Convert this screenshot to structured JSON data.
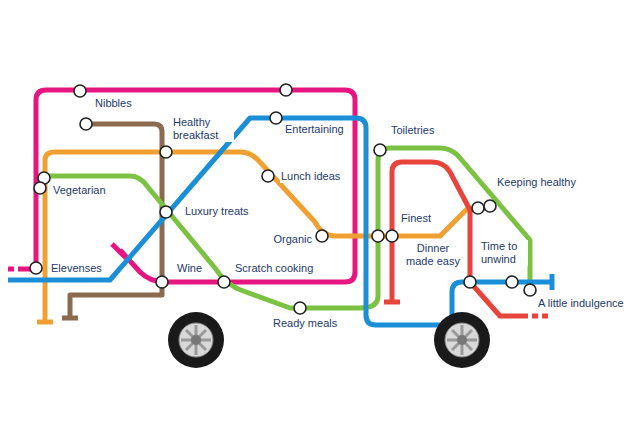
{
  "diagram": {
    "labels": [
      "Nibbles",
      "Healthy breakfast",
      "Entertaining",
      "Toiletries",
      "Lunch ideas",
      "Vegetarian",
      "Luxury treats",
      "Organic",
      "Finest",
      "Keeping healthy",
      "Elevenses",
      "Wine",
      "Scratch cooking",
      "Dinner made easy",
      "Time to unwind",
      "Ready meals",
      "A little indulgence"
    ]
  }
}
